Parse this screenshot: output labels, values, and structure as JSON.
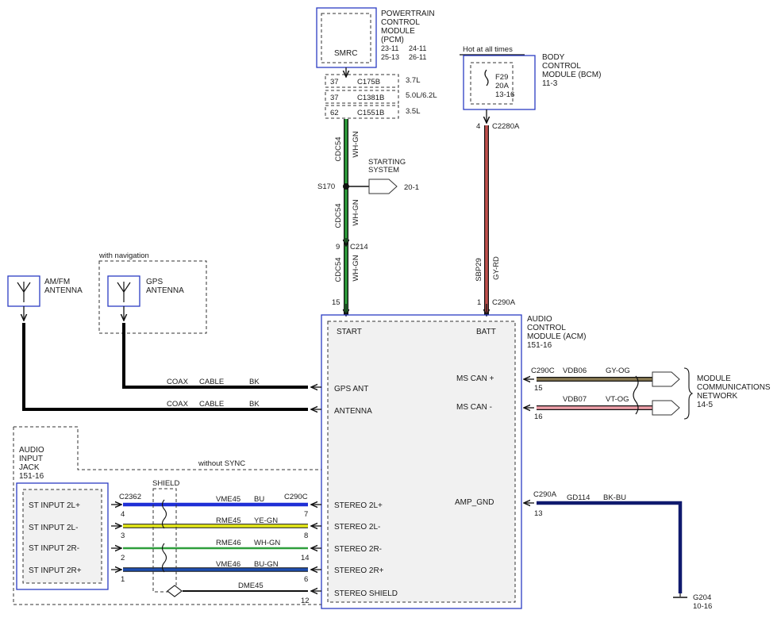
{
  "pcm": {
    "title": [
      "POWERTRAIN",
      "CONTROL",
      "MODULE",
      "(PCM)"
    ],
    "refs": [
      "23-11",
      "24-11",
      "25-13",
      "26-11"
    ],
    "inner": "SMRC"
  },
  "pcm_connectors": [
    {
      "pin": "37",
      "conn": "C175B",
      "engine": "3.7L"
    },
    {
      "pin": "37",
      "conn": "C1381B",
      "engine": "5.0L/6.2L"
    },
    {
      "pin": "62",
      "conn": "C1551B",
      "engine": "3.5L"
    }
  ],
  "start_wire": {
    "circuit": "CDC54",
    "color": "WH-GN",
    "splice": "S170",
    "branch_label": [
      "STARTING",
      "SYSTEM"
    ],
    "branch_ref": "20-1",
    "inline_pin": "9",
    "inline_conn": "C214",
    "acm_pin": "15"
  },
  "bcm": {
    "hot_label": "Hot at all times",
    "title": [
      "BODY",
      "CONTROL",
      "MODULE (BCM)",
      "11-3"
    ],
    "fuse": "F29",
    "amps": "20A",
    "ref": "13-16",
    "pin": "4",
    "conn": "C2280A"
  },
  "batt_wire": {
    "circuit": "SBP29",
    "color": "GY-RD",
    "acm_pin": "1",
    "acm_conn": "C290A"
  },
  "acm": {
    "title": [
      "AUDIO",
      "CONTROL",
      "MODULE (ACM)",
      "151-16"
    ],
    "start": "START",
    "batt": "BATT",
    "gps": "GPS ANT",
    "antenna": "ANTENNA",
    "mscan_p": "MS CAN +",
    "mscan_n": "MS CAN -",
    "amp_gnd": "AMP_GND",
    "stereo": [
      "STEREO 2L+",
      "STEREO 2L-",
      "STEREO 2R-",
      "STEREO 2R+",
      "STEREO SHIELD"
    ]
  },
  "amfm": {
    "title": [
      "AM/FM",
      "ANTENNA"
    ]
  },
  "gps": {
    "option": "with navigation",
    "title": [
      "GPS",
      "ANTENNA"
    ]
  },
  "coax": [
    {
      "a": "COAX",
      "b": "CABLE",
      "c": "BK"
    },
    {
      "a": "COAX",
      "b": "CABLE",
      "c": "BK"
    }
  ],
  "can": {
    "conn": "C290C",
    "wires": [
      {
        "circuit": "VDB06",
        "color": "GY-OG",
        "pin": "15"
      },
      {
        "circuit": "VDB07",
        "color": "VT-OG",
        "pin": "16"
      }
    ],
    "network": [
      "MODULE",
      "COMMUNICATIONS",
      "NETWORK",
      "14-5"
    ]
  },
  "ground": {
    "conn": "C290A",
    "circuit": "GD114",
    "color": "BK-BU",
    "pin": "13",
    "g": "G204",
    "ref": "10-16"
  },
  "jack": {
    "title": [
      "AUDIO",
      "INPUT",
      "JACK",
      "151-16"
    ],
    "option": "without SYNC",
    "conn": "C2362",
    "shield_label": "SHIELD",
    "acm_conn": "C290C",
    "inputs": [
      "ST INPUT 2L+",
      "ST INPUT 2L-",
      "ST INPUT 2R-",
      "ST INPUT 2R+"
    ],
    "wires": [
      {
        "circuit": "VME45",
        "color": "BU",
        "jack_pin": "4",
        "acm_pin": "7"
      },
      {
        "circuit": "RME45",
        "color": "YE-GN",
        "jack_pin": "3",
        "acm_pin": "8"
      },
      {
        "circuit": "RME46",
        "color": "WH-GN",
        "jack_pin": "2",
        "acm_pin": "14"
      },
      {
        "circuit": "VME46",
        "color": "BU-GN",
        "jack_pin": "1",
        "acm_pin": "6"
      }
    ],
    "drain": {
      "circuit": "DME45",
      "acm_pin": "12"
    }
  },
  "colors": {
    "module_border": "#2b3cc4",
    "wire_wh_gn": "#2e9e3c",
    "wire_gy_rd": "#c0504d",
    "wire_bk": "#000000",
    "wire_gy_og": "#8a7a52",
    "wire_vt_og": "#f0a0aa",
    "wire_bk_bu": "#101a6e",
    "wire_bu": "#1f2fd6",
    "wire_ye_gn": "#e8ec1a",
    "wire_bu_gn": "#1f4fb0"
  }
}
